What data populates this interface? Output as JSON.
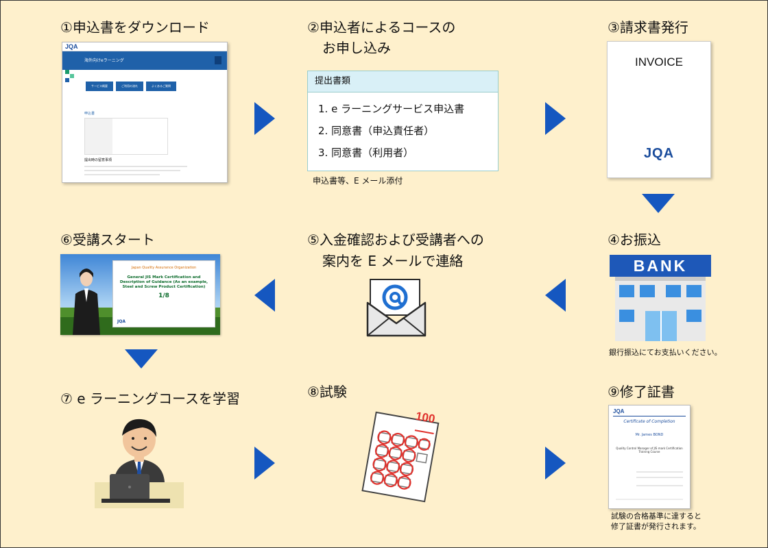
{
  "steps": {
    "s1": {
      "title": "①申込書をダウンロード"
    },
    "s2": {
      "title_line1": "②申込者によるコースの",
      "title_line2": "お申し込み",
      "docs_header": "提出書類",
      "docs": [
        "1. e ラーニングサービス申込書",
        "2. 同意書（申込責任者）",
        "3. 同意書（利用者）"
      ],
      "note": "申込書等、E メール添付"
    },
    "s3": {
      "title": "③請求書発行",
      "invoice_title": "INVOICE",
      "invoice_logo": "JQA"
    },
    "s4": {
      "title": "④お振込",
      "bank_sign": "BANK",
      "note": "銀行振込にてお支払いください。"
    },
    "s5": {
      "title_line1": "⑤入金確認および受講者への",
      "title_line2": "案内を E メールで連絡",
      "icon": "email-icon"
    },
    "s6": {
      "title": "⑥受講スタート",
      "slide_org": "Japan Quality Assurance Organization",
      "slide_title": "General JIS Mark Certification and Description of Guidance (As an example, Steel and Screw Product Certification)",
      "slide_page": "1/8",
      "slide_logo": "JQA"
    },
    "s7": {
      "title": "⑦ e ラーニングコースを学習"
    },
    "s8": {
      "title": "⑧試験",
      "score": "100"
    },
    "s9": {
      "title": "⑨修了証書",
      "note_line1": "試験の合格基準に達すると",
      "note_line2": "修了証書が発行されます。",
      "cert_logo": "JQA",
      "cert_title": "Certificate of Completion",
      "cert_name": "Mr. James BOND",
      "cert_program": "Quality Control Manager of JIS mark Certification Training Course"
    }
  },
  "screenshot": {
    "logo": "JQA",
    "banner": "海外向けeラーニング",
    "tabs": [
      "サービス概要",
      "ご利用の流れ",
      "よくあるご質問"
    ],
    "section": "申込書",
    "notes_heading": "提出時の留意事項"
  },
  "colors": {
    "background": "#fef0cc",
    "arrow": "#1557c0",
    "doc_header": "#d9f0f7",
    "jqa": "#1a4c9c"
  }
}
